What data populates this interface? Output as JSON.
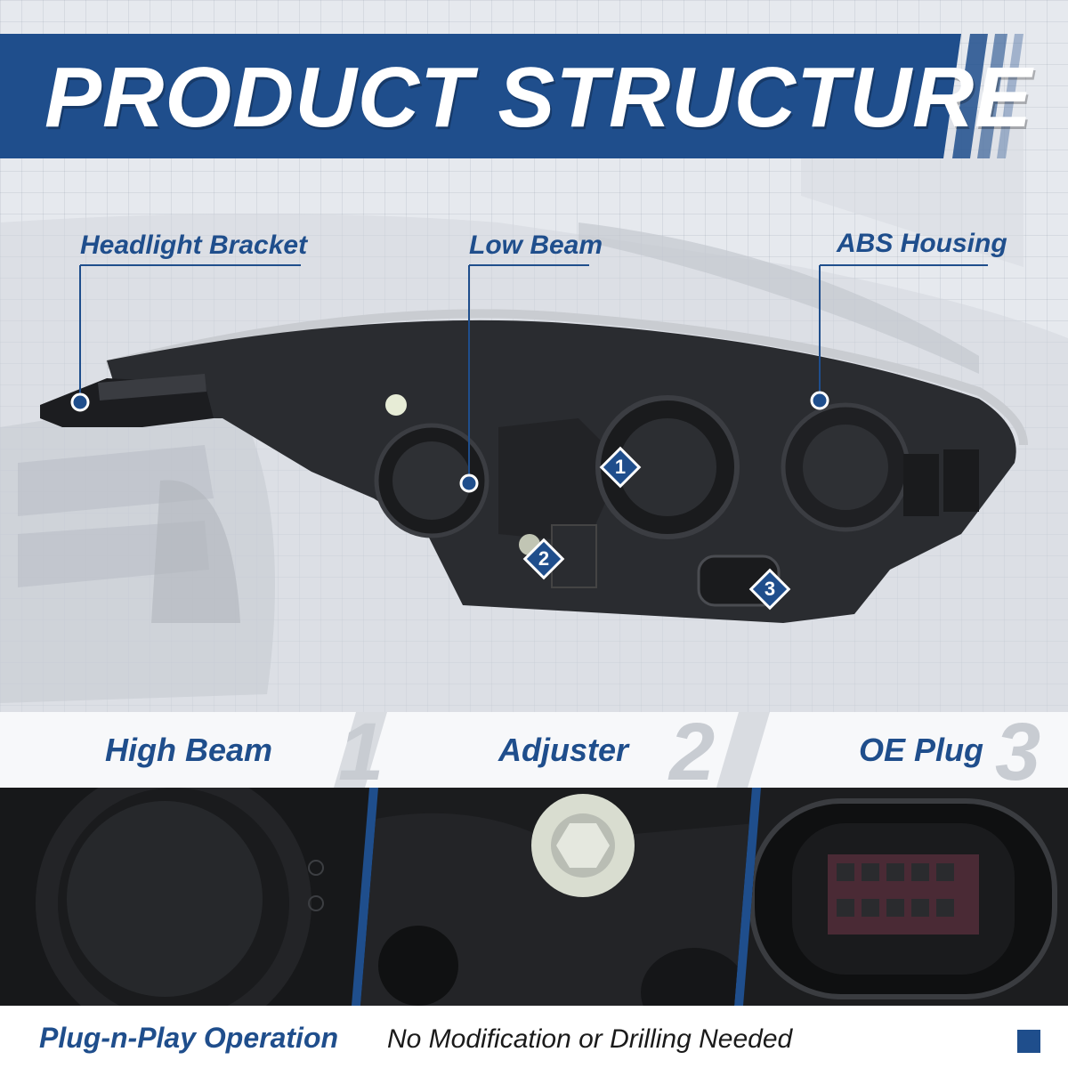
{
  "banner": {
    "title": "PRODUCT STRUCTURE",
    "color": "#1f4e8c"
  },
  "callouts": {
    "headlight_bracket": "Headlight Bracket",
    "low_beam": "Low Beam",
    "abs_housing": "ABS Housing"
  },
  "badges": [
    "1",
    "2",
    "3"
  ],
  "features": [
    {
      "label": "High Beam",
      "number": "1"
    },
    {
      "label": "Adjuster",
      "number": "2"
    },
    {
      "label": "OE Plug",
      "number": "3"
    }
  ],
  "footer": {
    "main": "Plug-n-Play Operation",
    "sub": "No Modification or Drilling Needed"
  },
  "colors": {
    "accent": "#1f4e8c",
    "background": "#e6e9ee",
    "headlight": "#2a2c30"
  }
}
